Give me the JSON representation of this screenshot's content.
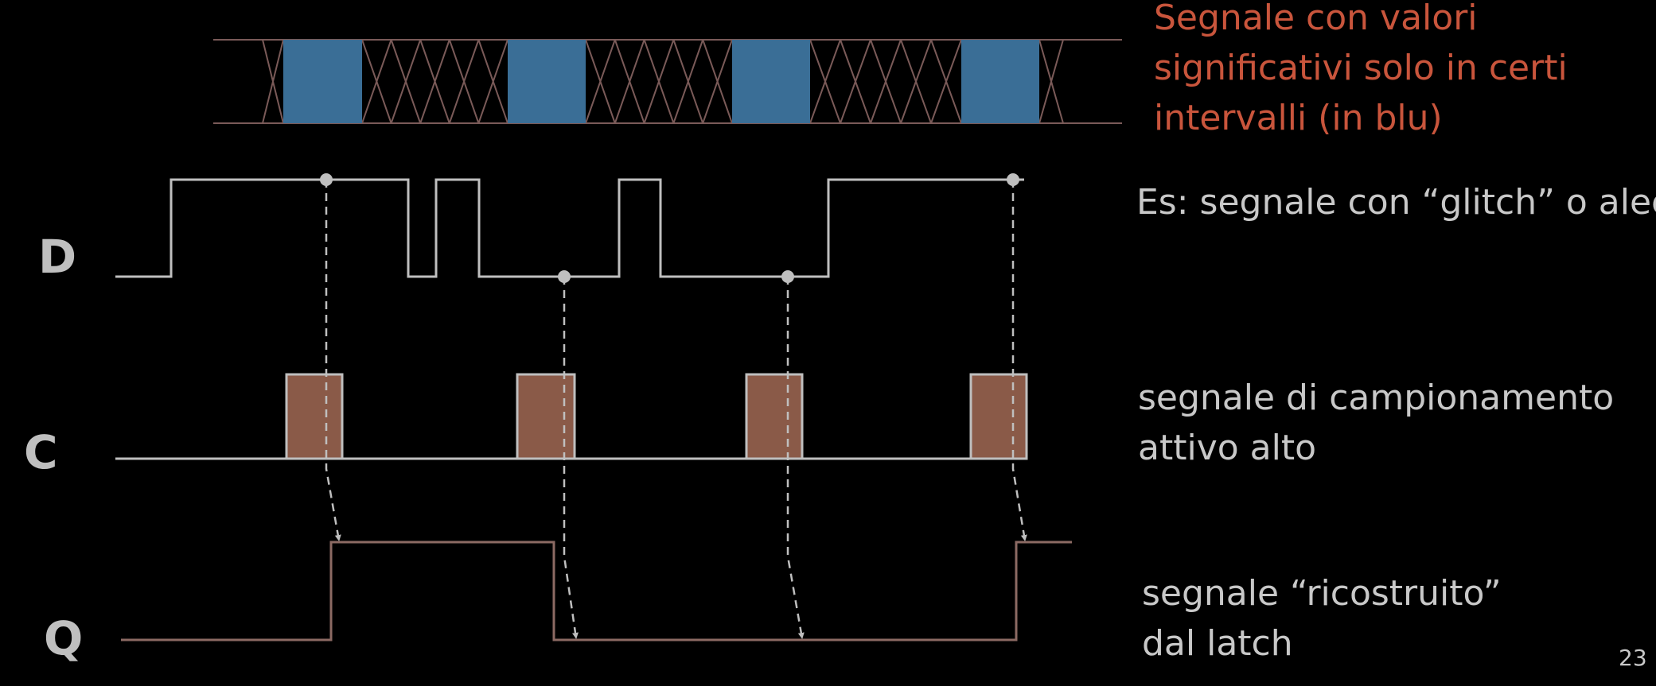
{
  "labels": {
    "d": "D",
    "c": "C",
    "q": "Q"
  },
  "annotations": {
    "meaningful_line1": "Segnale con valori",
    "meaningful_line2": "significativi solo in certi",
    "meaningful_line3": "intervalli (in blu)",
    "glitch": "Es: segnale con “glitch” o alee",
    "sampling_line1": "segnale di campionamento",
    "sampling_line2": "attivo alto",
    "rebuilt_line1": "segnale “ricostruito”",
    "rebuilt_line2": "dal latch"
  },
  "page_number": "23",
  "colors": {
    "background": "#000000",
    "valid_interval": "#3a6e96",
    "sampling_pulse": "#8a5a48",
    "trace": "#bfbfbf",
    "q_trace": "#8c6a63",
    "bus_outline": "#7a5a58",
    "annotation_red": "#c9553c"
  }
}
